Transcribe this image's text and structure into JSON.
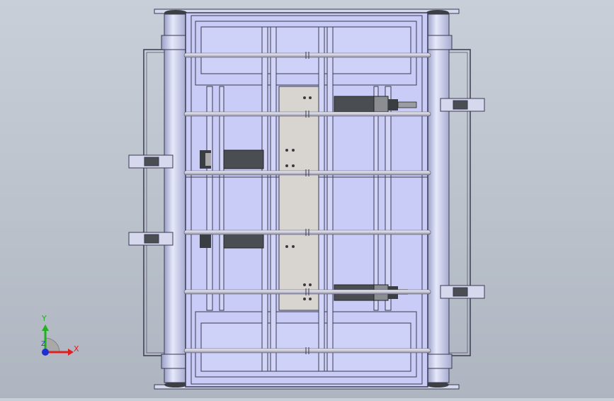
{
  "viewport": {
    "description_visible": false
  },
  "triad": {
    "x_label": "X",
    "y_label": "Y",
    "z_label": "Z",
    "colors": {
      "x": "#e02020",
      "y": "#20b020",
      "z": "#2030d0"
    }
  },
  "colors": {
    "frame_fill": "#c9ccf6",
    "frame_edge": "#3a3a50",
    "plate_fill": "#d8d4cf",
    "dark_part": "#4a4d52",
    "background_top": "#c9cfd8",
    "background_bottom": "#aeb5c0"
  }
}
